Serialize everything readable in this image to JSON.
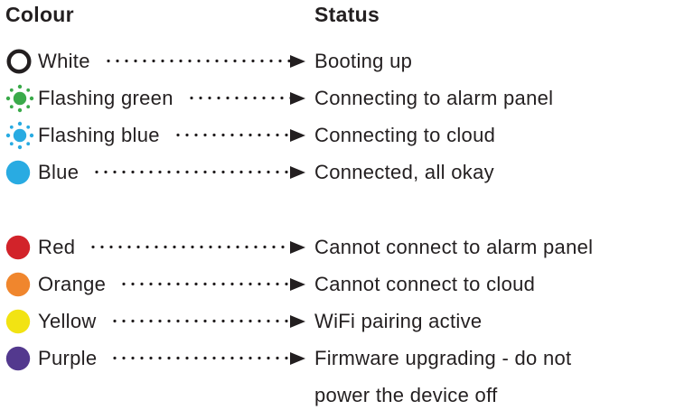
{
  "page": {
    "background": "#ffffff",
    "text_color": "#231f20"
  },
  "legend": {
    "headers": {
      "colour": "Colour",
      "status": "Status"
    },
    "groups": [
      {
        "rows": [
          {
            "label": "White",
            "status": "Booting up",
            "led": "white",
            "style": "outline",
            "color": "#ffffff",
            "outline_color": "#231f20"
          },
          {
            "label": "Flashing green",
            "status": "Connecting to alarm panel",
            "led": "flashing-green",
            "style": "flashing",
            "color": "#3aaa4a"
          },
          {
            "label": "Flashing blue",
            "status": "Connecting to cloud",
            "led": "flashing-blue",
            "style": "flashing",
            "color": "#29abe2"
          },
          {
            "label": "Blue",
            "status": "Connected, all okay",
            "led": "blue",
            "style": "solid",
            "color": "#29abe2"
          }
        ]
      },
      {
        "rows": [
          {
            "label": "Red",
            "status": "Cannot connect to alarm panel",
            "led": "red",
            "style": "solid",
            "color": "#d2232a"
          },
          {
            "label": "Orange",
            "status": "Cannot connect to cloud",
            "led": "orange",
            "style": "solid",
            "color": "#f0862d"
          },
          {
            "label": "Yellow",
            "status": "WiFi pairing active",
            "led": "yellow",
            "style": "solid",
            "color": "#f2e313"
          },
          {
            "label": "Purple",
            "status": "Firmware upgrading - do not\npower the device off",
            "led": "purple",
            "style": "solid",
            "color": "#53398e"
          }
        ]
      }
    ]
  }
}
